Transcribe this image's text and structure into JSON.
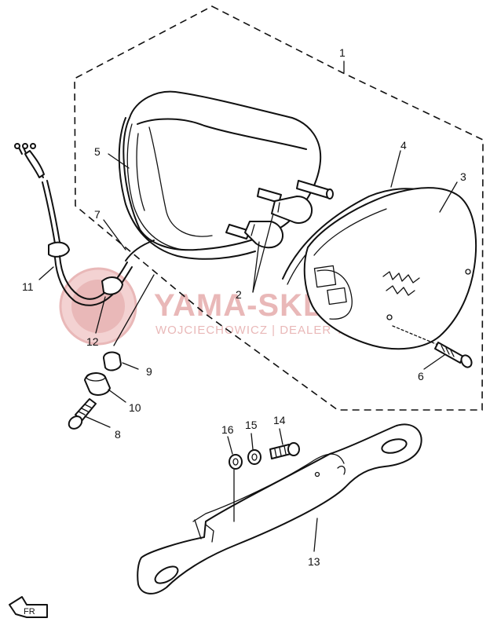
{
  "watermark": {
    "title": "YAMA-SKLEP.PL",
    "subtitle": "WOJCIECHOWICZ | DEALER YAMAHA",
    "color": "#e9b8b8"
  },
  "callouts": {
    "c1": "1",
    "c2": "2",
    "c3": "3",
    "c4": "4",
    "c5": "5",
    "c6": "6",
    "c7": "7",
    "c8": "8",
    "c9": "9",
    "c10": "10",
    "c11": "11",
    "c12": "12",
    "c13": "13",
    "c14": "14",
    "c15": "15",
    "c16": "16"
  },
  "front_marker": "FR"
}
